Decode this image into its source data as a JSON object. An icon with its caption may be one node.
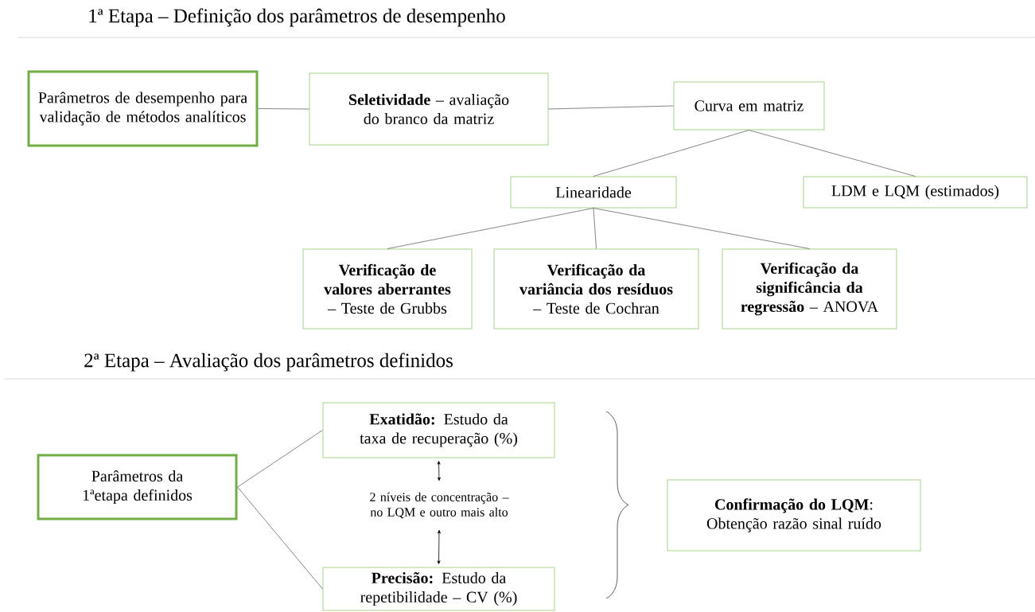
{
  "diagram": {
    "nodes": [
      {
        "text": [
          "Parâmetros de desempenho para validação de métodos analíticos"
        ]
      },
      {
        "text": [
          "**Seletividade** – avaliação do branco da matriz"
        ]
      },
      {
        "text": [
          "Curva em matriz"
        ]
      },
      {
        "text": [
          "Linearidade"
        ]
      },
      {
        "text": [
          "LDM e LQM (estimados)"
        ]
      },
      {
        "text": [
          "**Verificação de valores aberrantes** – Teste de Grubbs"
        ]
      },
      {
        "text": [
          "**Verificação da variância dos resíduos** – Teste de Cochran"
        ]
      },
      {
        "text": [
          "**Verificação da significância da regressão** – ANOVA"
        ]
      },
      {
        "text": [
          "Parâmetros da 1ªetapa definidos"
        ]
      },
      {
        "text": [
          "**Exatidão:** Estudo da taxa de recuperação (%)"
        ]
      },
      {
        "text": [
          "2 níveis de concentração – no LQM e outro mais alto"
        ]
      },
      {
        "text": [
          "**Precisão:** Estudo da repetibilidade – CV (%)"
        ]
      },
      {
        "text": [
          "**Confirmação do LQM**: Obtenção razão sinal ruído"
        ]
      }
    ],
    "edges": [
      {
        "from": 0,
        "to": 1,
        "arrow": "none"
      },
      {
        "from": 1,
        "to": 2,
        "arrow": "none"
      },
      {
        "from": 2,
        "to": 3,
        "arrow": "none"
      },
      {
        "from": 2,
        "to": 4,
        "arrow": "none"
      },
      {
        "from": 3,
        "to": 5,
        "arrow": "none"
      },
      {
        "from": 3,
        "to": 6,
        "arrow": "none"
      },
      {
        "from": 3,
        "to": 7,
        "arrow": "none"
      },
      {
        "from": 8,
        "to": 9,
        "arrow": "none"
      },
      {
        "from": 8,
        "to": 11,
        "arrow": "none"
      },
      {
        "from": 9,
        "to": 10,
        "arrow": "both",
        "color": "#000000"
      },
      {
        "from": 10,
        "to": 11,
        "arrow": "both",
        "color": "#000000"
      }
    ],
    "labels": [
      "1ª Etapa – Definição dos parâmetros de desempenho",
      "2ª Etapa – Avaliação dos parâmetros definidos"
    ]
  }
}
